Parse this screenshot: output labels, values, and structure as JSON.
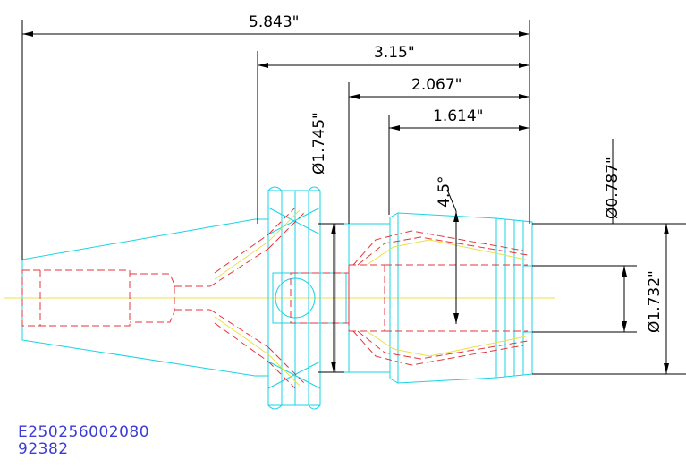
{
  "dimensions": {
    "overall_length": "5.843\"",
    "flange_to_end": "3.15\"",
    "nut_length": "2.067\"",
    "nut_taper_length": "1.614\"",
    "flange_diameter": "Ø1.745\"",
    "bore_diameter": "Ø0.787\"",
    "nut_diameter": "Ø1.732\"",
    "taper_angle": "4.5°"
  },
  "part_number": "E250256002080",
  "catalog_number": "92382",
  "colors": {
    "outline": "#19d3e6",
    "hidden": "#e6343c",
    "center": "#e8e04a",
    "dimension": "#000000",
    "text": "#3b3bd6"
  }
}
